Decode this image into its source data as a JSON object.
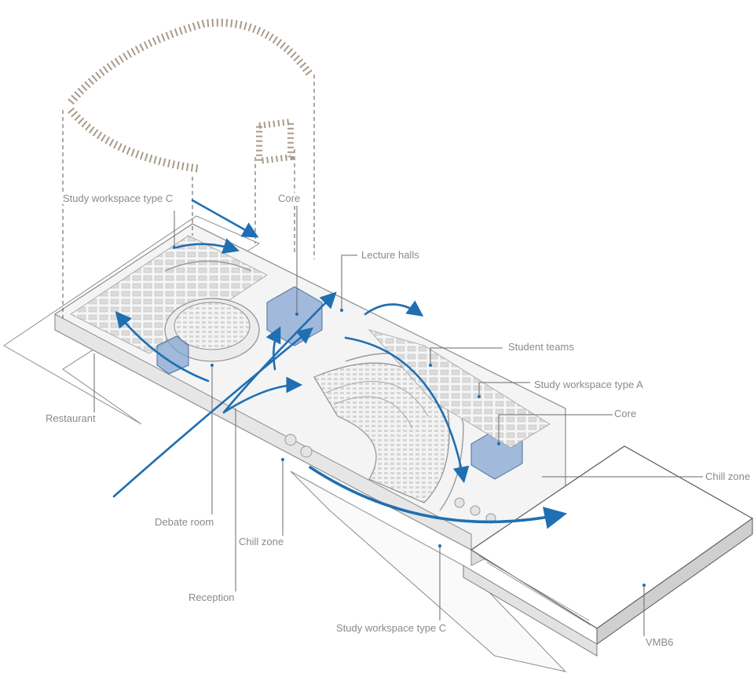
{
  "labels": {
    "study_c_top": "Study workspace type C",
    "core_top": "Core",
    "lecture_halls": "Lecture halls",
    "student_teams": "Student teams",
    "study_a": "Study workspace type A",
    "core_right": "Core",
    "restaurant": "Restaurant",
    "chill_zone_right": "Chill zone",
    "debate_room": "Debate room",
    "chill_zone_bottom": "Chill zone",
    "reception": "Reception",
    "study_c_bottom": "Study workspace type C",
    "vmb6": "VMB6"
  },
  "colors": {
    "flow_arrow": "#1f6fb2",
    "core_fill": "#7d9fd0",
    "leader": "#6a6a6a",
    "label_text": "#8a8a8a",
    "structure": "#9a9a9a",
    "canopy": "#e0d6c8"
  }
}
